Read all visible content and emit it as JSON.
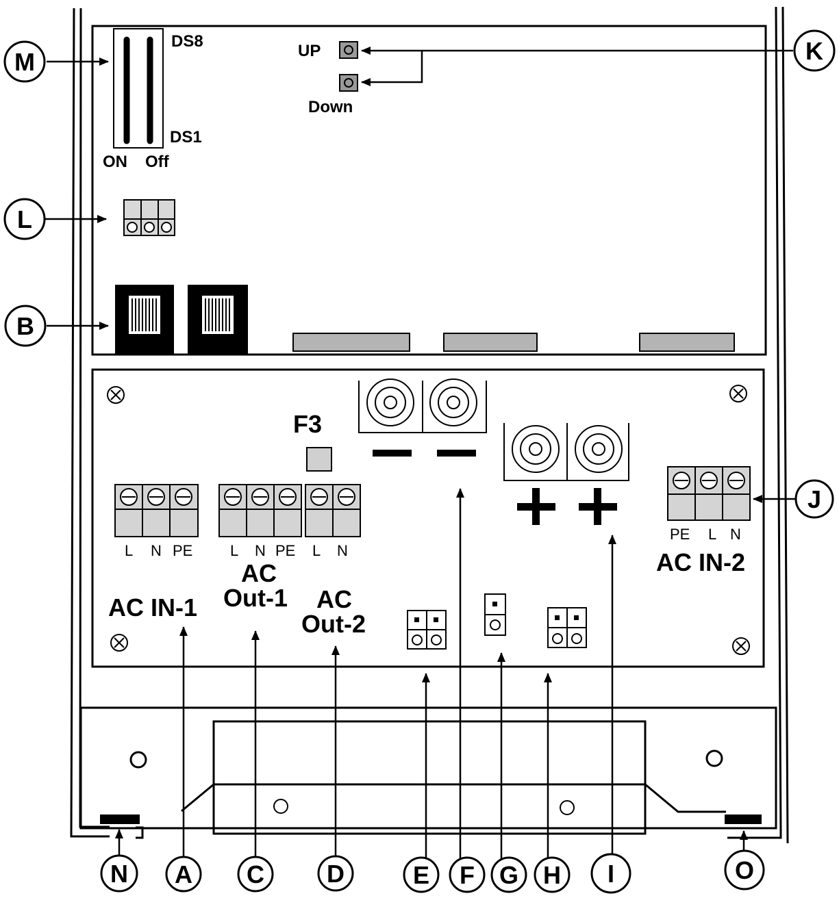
{
  "diagram": {
    "callouts": {
      "M": "M",
      "K": "K",
      "L": "L",
      "B": "B",
      "J": "J",
      "N": "N",
      "A": "A",
      "C": "C",
      "D": "D",
      "E": "E",
      "F": "F",
      "G": "G",
      "H": "H",
      "I": "I",
      "O": "O"
    },
    "dip_switch": {
      "top": "DS8",
      "bottom": "DS1",
      "on": "ON",
      "off": "Off"
    },
    "buttons": {
      "up": "UP",
      "down": "Down"
    },
    "fuse": "F3",
    "dc_terminals": {
      "negative": "—",
      "positive": "+"
    },
    "ac_in_1": {
      "label": "AC IN-1",
      "terminals": [
        "L",
        "N",
        "PE"
      ]
    },
    "ac_out_1": {
      "label_line1": "AC",
      "label_line2": "Out-1",
      "terminals": [
        "L",
        "N",
        "PE"
      ]
    },
    "ac_out_2": {
      "label_line1": "AC",
      "label_line2": "Out-2",
      "terminals": [
        "L",
        "N"
      ]
    },
    "ac_in_2": {
      "label": "AC IN-2",
      "terminals": [
        "PE",
        "L",
        "N"
      ]
    }
  }
}
